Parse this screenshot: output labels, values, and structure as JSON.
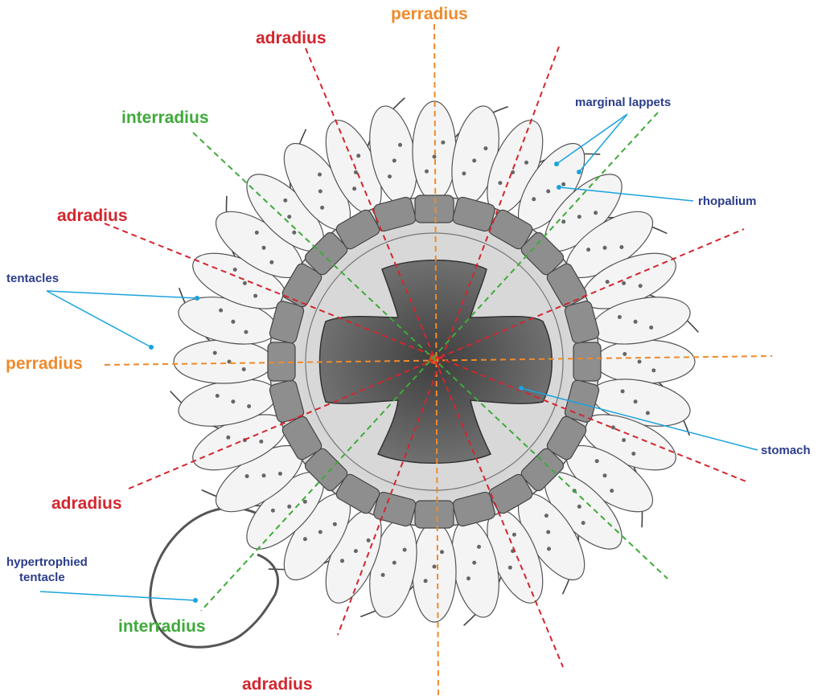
{
  "axes": {
    "perradius": "perradius",
    "adradius": "adradius",
    "interradius": "interradius"
  },
  "anatomy": {
    "marginal_lappets": "marginal lappets",
    "rhopalium": "rhopalium",
    "tentacles": "tentacles",
    "stomach": "stomach",
    "hypertrophied_line1": "hypertrophied",
    "hypertrophied_line2": "tentacle"
  },
  "colors": {
    "perradius": "#ef8a2b",
    "adradius": "#d3262f",
    "interradius": "#3faa3a",
    "anatomy_label": "#2b3d8a",
    "leader": "#1aa3dc",
    "stomach_fill": "#6c6c6c",
    "ring_segment": "#8e8e8e"
  }
}
